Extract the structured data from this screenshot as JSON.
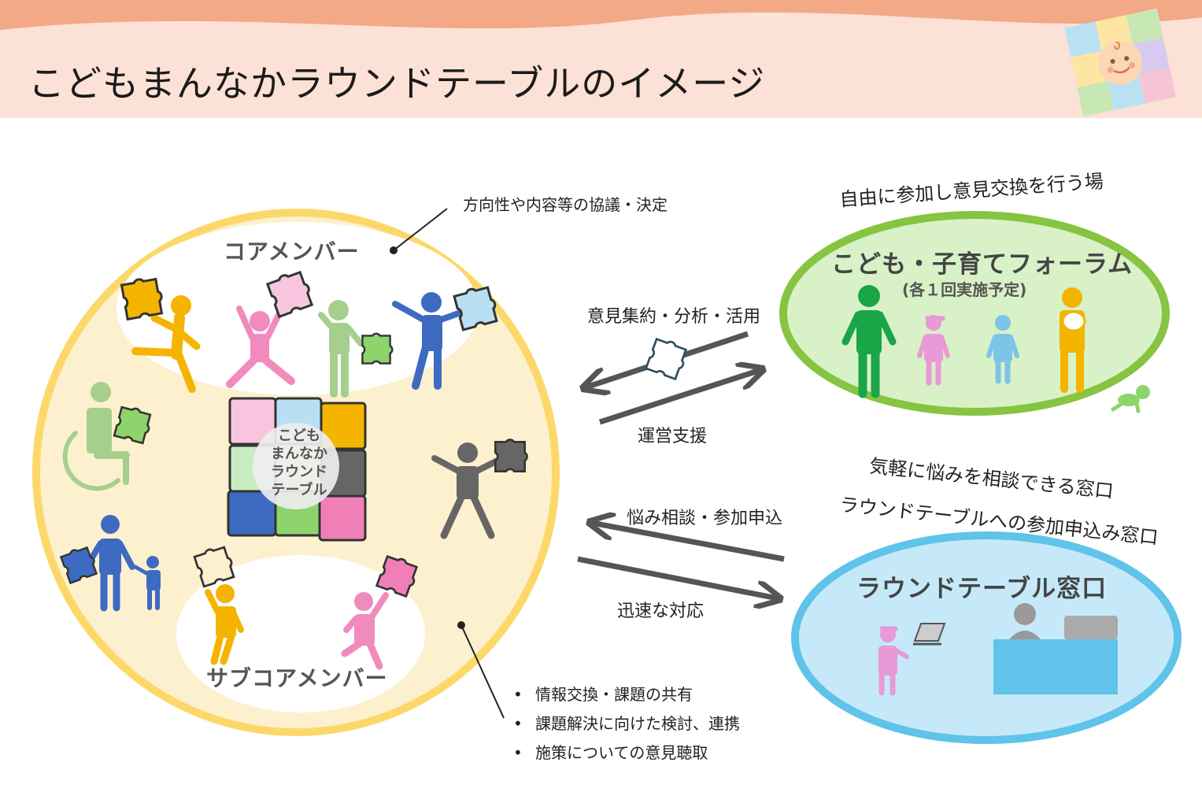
{
  "header": {
    "title": "こどもまんなかラウンドテーブルのイメージ"
  },
  "colors": {
    "header_band": "#f3a886",
    "header_bg": "#fce1d6",
    "outer_circle_fill": "#fdf0cf",
    "outer_circle_stroke": "#fcd86b",
    "forum_fill": "#d8f1c6",
    "forum_stroke": "#86c441",
    "window_fill": "#c5e9f8",
    "window_stroke": "#5fc3ea",
    "arrow": "#555555"
  },
  "round_table": {
    "core": {
      "label": "コアメンバー",
      "description": "方向性や内容等の協議・決定"
    },
    "sub_core": {
      "label": "サブコアメンバー",
      "bullets": [
        "情報交換・課題の共有",
        "課題解決に向けた検討、連携",
        "施策についての意見聴取"
      ]
    },
    "center_logo": {
      "lines": [
        "こども",
        "まんなか",
        "ラウンド",
        "テーブル"
      ]
    }
  },
  "forum": {
    "caption": "自由に参加し意見交換を行う場",
    "title": "こども・子育てフォーラム",
    "subtitle": "(各１回実施予定)"
  },
  "window": {
    "caption_line1": "気軽に悩みを相談できる窓口",
    "caption_line2": "ラウンドテーブルへの参加申込み窓口",
    "title": "ラウンドテーブル窓口"
  },
  "arrows": {
    "forum_to_table": "意見集約・分析・活用",
    "table_to_forum": "運営支援",
    "window_to_table": "悩み相談・参加申込",
    "table_to_window": "迅速な対応"
  },
  "icons": {
    "logo": "kodomo-mannaka-logo-icon",
    "puzzle": "puzzle-piece-icon",
    "person": "person-icon",
    "wheelchair": "wheelchair-user-icon",
    "baby": "baby-crawling-icon",
    "laptop": "laptop-icon",
    "counter": "reception-counter-icon"
  }
}
